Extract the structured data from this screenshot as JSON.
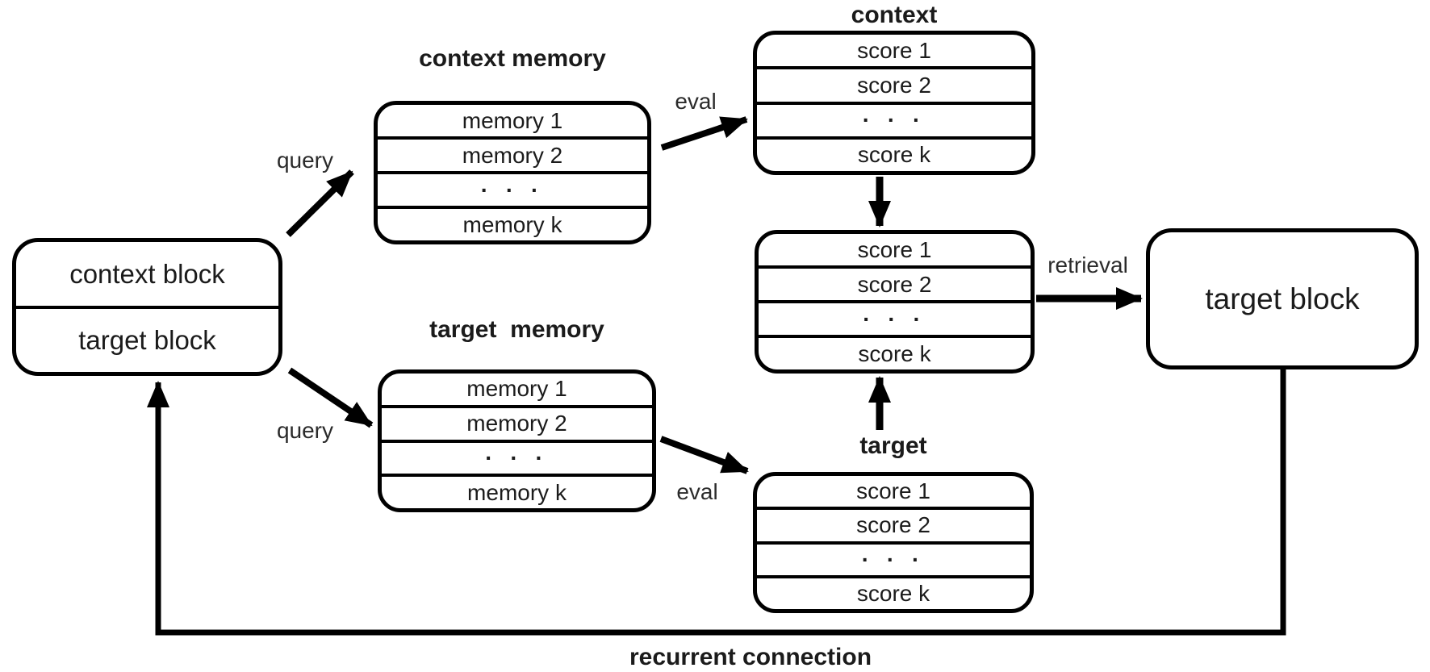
{
  "colors": {
    "ink": "#000000",
    "text": "#1b1b1b",
    "background": "#ffffff"
  },
  "source_block": {
    "rows": [
      "context block",
      "target block"
    ]
  },
  "context_memory": {
    "title": "context memory",
    "rows": [
      "memory 1",
      "memory 2",
      "· · ·",
      "memory k"
    ]
  },
  "context_scores": {
    "title": "context",
    "rows": [
      "score 1",
      "score 2",
      "· · ·",
      "score k"
    ]
  },
  "combined_scores": {
    "rows": [
      "score 1",
      "score 2",
      "· · ·",
      "score k"
    ]
  },
  "target_memory": {
    "title": "target  memory",
    "rows": [
      "memory 1",
      "memory 2",
      "· · ·",
      "memory k"
    ]
  },
  "target_scores": {
    "title": "target",
    "rows": [
      "score 1",
      "score 2",
      "· · ·",
      "score k"
    ]
  },
  "target_block": {
    "label": "target block"
  },
  "edge_labels": {
    "query_top": "query",
    "eval_top": "eval",
    "query_bottom": "query",
    "eval_bottom": "eval",
    "retrieval": "retrieval",
    "recurrent": "recurrent connection"
  }
}
